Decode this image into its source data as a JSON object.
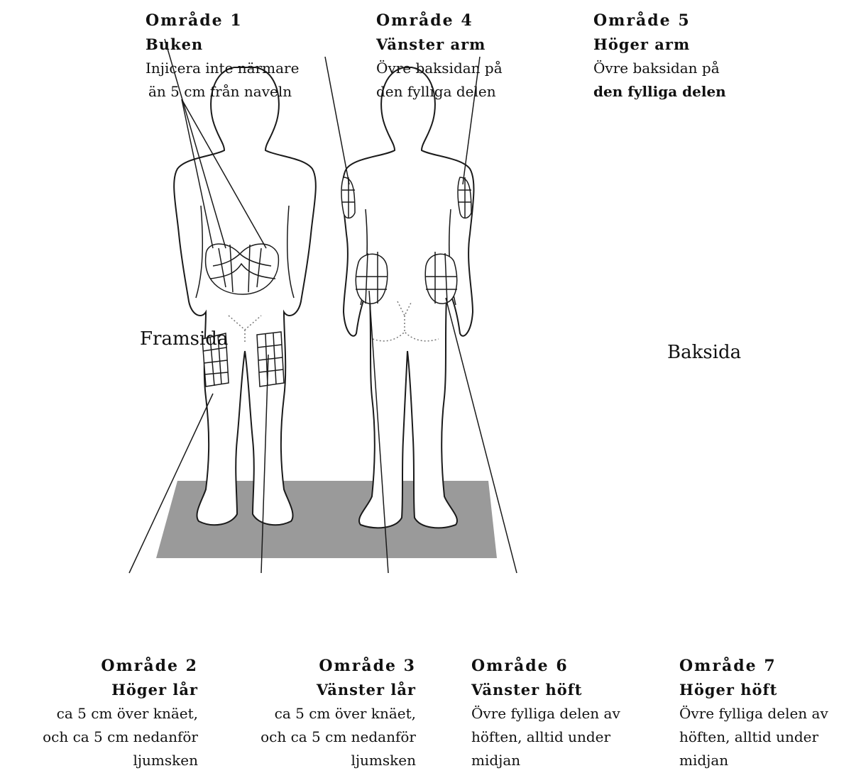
{
  "side_labels": {
    "front": "Framsida",
    "back": "Baksida"
  },
  "areas": [
    {
      "id": 1,
      "title": "Område 1",
      "subtitle": "Buken",
      "desc": [
        "Injicera inte närmare",
        "än 5 cm från naveln"
      ]
    },
    {
      "id": 4,
      "title": "Område 4",
      "subtitle": "Vänster arm",
      "desc": [
        "Övre baksidan på",
        "den fylliga delen"
      ]
    },
    {
      "id": 5,
      "title": "Område 5",
      "subtitle": "Höger arm",
      "desc": [
        "Övre baksidan på",
        "den fylliga delen"
      ]
    },
    {
      "id": 2,
      "title": "Område 2",
      "subtitle": "Höger lår",
      "desc": [
        "ca 5 cm över knäet,",
        "och ca 5 cm nedanför",
        "ljumsken"
      ]
    },
    {
      "id": 3,
      "title": "Område 3",
      "subtitle": "Vänster lår",
      "desc": [
        "ca 5 cm över knäet,",
        "och ca 5 cm nedanför",
        "ljumsken"
      ]
    },
    {
      "id": 6,
      "title": "Område 6",
      "subtitle": "Vänster höft",
      "desc": [
        "Övre fylliga delen av",
        "höften, alltid under",
        "midjan"
      ]
    },
    {
      "id": 7,
      "title": "Område 7",
      "subtitle": "Höger höft",
      "desc": [
        "Övre fylliga delen av",
        "höften, alltid under",
        "midjan"
      ]
    }
  ],
  "colors": {
    "floor": "#9a9a9a",
    "outline": "#1a1a1a",
    "text": "#111111"
  }
}
